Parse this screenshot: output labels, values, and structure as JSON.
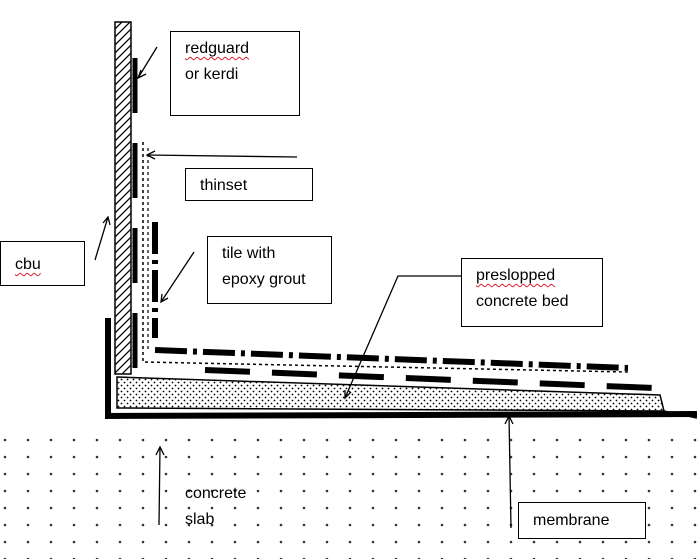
{
  "labels": {
    "redguard": {
      "line1": "redguard",
      "line2": "or kerdi"
    },
    "thinset": {
      "text": "thinset"
    },
    "cbu": {
      "text": "cbu"
    },
    "tile": {
      "line1": "tile with",
      "line2": "epoxy grout"
    },
    "preslopped": {
      "line1": "preslopped",
      "line2": "concrete bed"
    },
    "concrete_slab": {
      "line1": "concrete",
      "line2": "slab"
    },
    "membrane": {
      "text": "membrane"
    }
  }
}
